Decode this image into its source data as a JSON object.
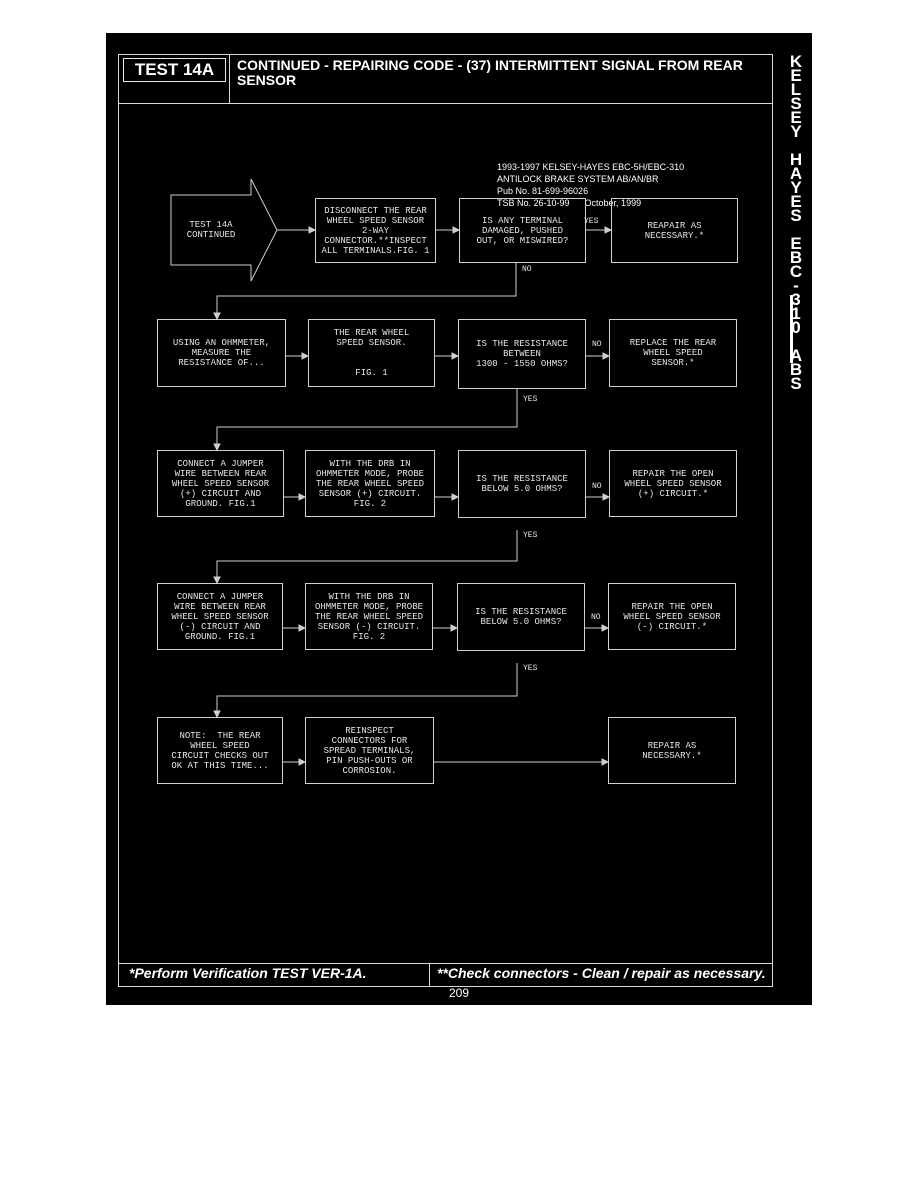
{
  "header": {
    "test_id": "TEST 14A",
    "title": "CONTINUED - REPAIRING CODE - (37) INTERMITTENT SIGNAL FROM REAR SENSOR"
  },
  "info": {
    "line1": "1993-1997 KELSEY-HAYES EBC-5H/EBC-310",
    "line2": "ANTILOCK BRAKE SYSTEM AB/AN/BR",
    "line3": "Pub No. 81-699-96026",
    "line4": "TSB No. 26-10-99      October, 1999"
  },
  "flow": {
    "start": "TEST 14A\nCONTINUED",
    "r1a": "DISCONNECT THE REAR\nWHEEL SPEED SENSOR\n2-WAY\nCONNECTOR.**INSPECT\nALL TERMINALS.FIG. 1",
    "r1b": "IS ANY TERMINAL\nDAMAGED, PUSHED\nOUT, OR MISWIRED?",
    "r1c": "REAPAIR AS\nNECESSARY.*",
    "r2a": "USING AN OHMMETER,\nMEASURE THE\nRESISTANCE OF...",
    "r2b": "THE REAR WHEEL\nSPEED SENSOR.\n\n\nFIG. 1",
    "r2c": "IS THE RESISTANCE\nBETWEEN\n1300 - 1550 OHMS?",
    "r2d": "REPLACE THE REAR\nWHEEL SPEED\nSENSOR.*",
    "r3a": "CONNECT A JUMPER\nWIRE BETWEEN REAR\nWHEEL SPEED SENSOR\n(+) CIRCUIT AND\nGROUND. FIG.1",
    "r3b": "WITH THE DRB IN\nOHMMETER MODE, PROBE\nTHE REAR WHEEL SPEED\nSENSOR (+) CIRCUIT.\nFIG. 2",
    "r3c": "IS THE RESISTANCE\nBELOW 5.0 OHMS?",
    "r3d": "REPAIR THE OPEN\nWHEEL SPEED SENSOR\n(+) CIRCUIT.*",
    "r4a": "CONNECT A JUMPER\nWIRE BETWEEN REAR\nWHEEL SPEED SENSOR\n(-) CIRCUIT AND\nGROUND. FIG.1",
    "r4b": "WITH THE DRB IN\nOHMMETER MODE, PROBE\nTHE REAR WHEEL SPEED\nSENSOR (-) CIRCUIT.\nFIG. 2",
    "r4c": "IS THE RESISTANCE\nBELOW 5.0 OHMS?",
    "r4d": "REPAIR THE OPEN\nWHEEL SPEED SENSOR\n(-) CIRCUIT.*",
    "r5a": "NOTE:  THE REAR\nWHEEL SPEED\nCIRCUIT CHECKS OUT\nOK AT THIS TIME...",
    "r5b": "REINSPECT\nCONNECTORS FOR\nSPREAD TERMINALS,\nPIN PUSH-OUTS OR\nCORROSION.",
    "r5c": "REPAIR AS\nNECESSARY.*",
    "yes": "YES",
    "no": "NO"
  },
  "footer": {
    "left": "*Perform Verification TEST VER-1A.",
    "right": "**Check connectors - Clean / repair as necessary.",
    "page": "209"
  },
  "side_letters": [
    "K",
    "E",
    "L",
    "S",
    "E",
    "Y",
    " ",
    "H",
    "A",
    "Y",
    "E",
    "S",
    " ",
    "E",
    "B",
    "C",
    "-",
    "3",
    "1",
    "0",
    " ",
    "A",
    "B",
    "S"
  ]
}
